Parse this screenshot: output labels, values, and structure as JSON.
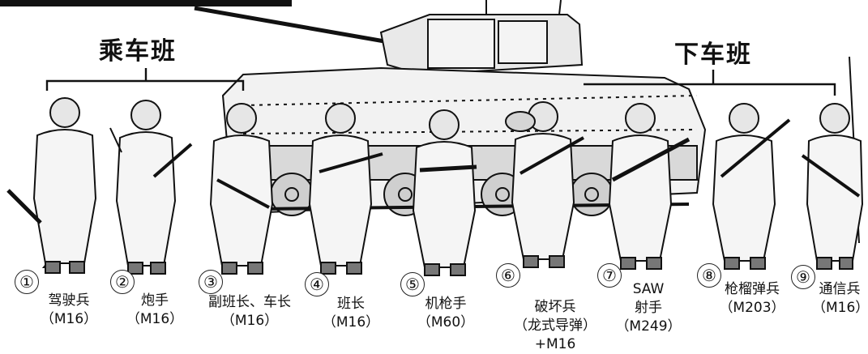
{
  "groups": {
    "crew": "乘车班",
    "dismount": "下车班"
  },
  "soldiers": [
    {
      "num": "①",
      "role": "驾驶兵",
      "weapon": "（M16）"
    },
    {
      "num": "②",
      "role": "炮手",
      "weapon": "（M16）"
    },
    {
      "num": "③",
      "role": "副班长、车长",
      "weapon": "（M16）"
    },
    {
      "num": "④",
      "role": "班长",
      "weapon": "（M16）"
    },
    {
      "num": "⑤",
      "role": "机枪手",
      "weapon": "（M60）"
    },
    {
      "num": "⑥",
      "role": "破坏兵",
      "weapon": "（龙式导弹）",
      "extra": "+M16"
    },
    {
      "num": "⑦",
      "role": "SAW",
      "weapon": "射手",
      "extra": "（M249）"
    },
    {
      "num": "⑧",
      "role": "枪榴弹兵",
      "weapon": "（M203）"
    },
    {
      "num": "⑨",
      "role": "通信兵",
      "weapon": "（M16）"
    }
  ],
  "colors": {
    "ink": "#111111",
    "paper": "#ffffff",
    "shade": "#cfcfcf"
  }
}
